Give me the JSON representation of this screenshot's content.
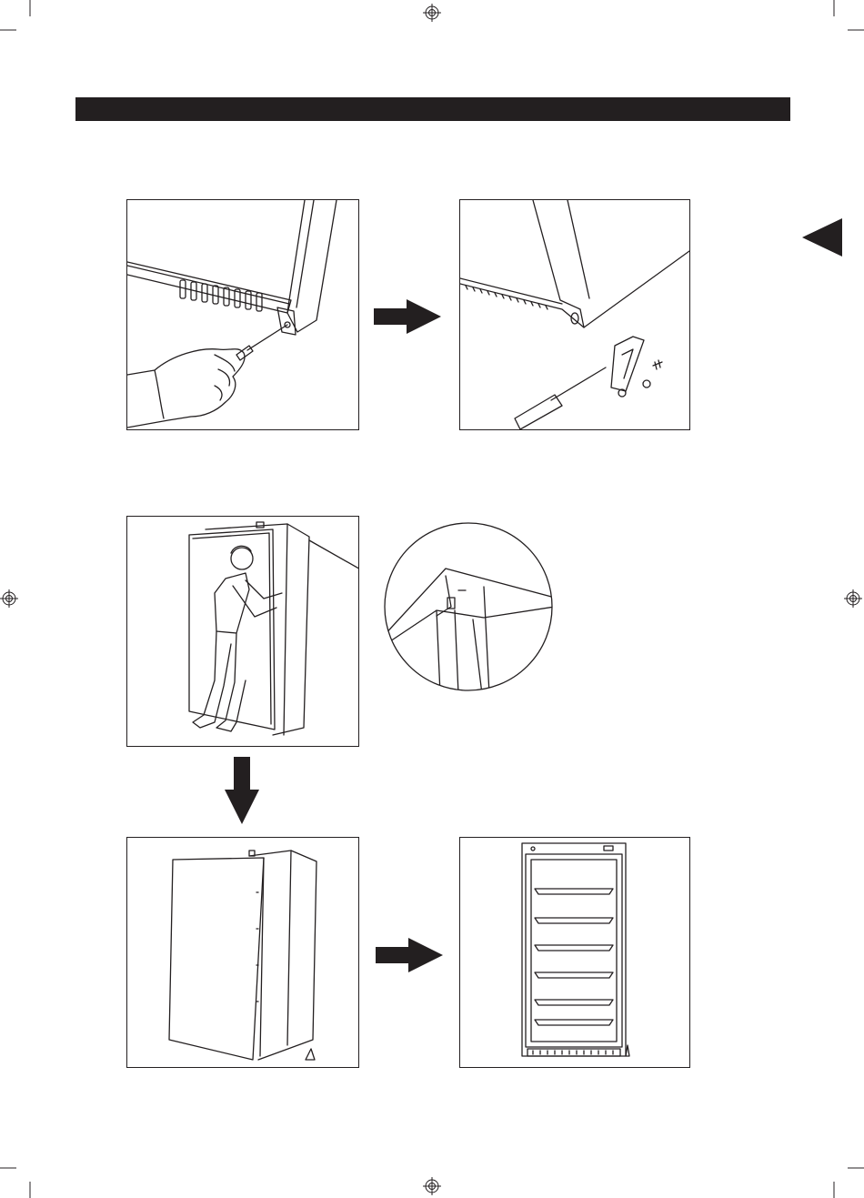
{
  "colors": {
    "ink": "#231f20",
    "paper": "#ffffff"
  },
  "header": {
    "text": ""
  },
  "steps": [
    {
      "id": "remove-hinge-cover",
      "arrow_after": "right"
    },
    {
      "id": "hinge-parts-removed",
      "arrow_after": "none"
    },
    {
      "id": "lift-door-off",
      "arrow_after": "down",
      "detail": "top-hinge-detail"
    },
    {
      "id": "door-removed",
      "arrow_after": "right"
    },
    {
      "id": "cabinet-without-door",
      "arrow_after": "none"
    }
  ],
  "icons": [
    "registration-mark-icon",
    "page-tab-triangle-icon",
    "step-arrow-icon"
  ]
}
